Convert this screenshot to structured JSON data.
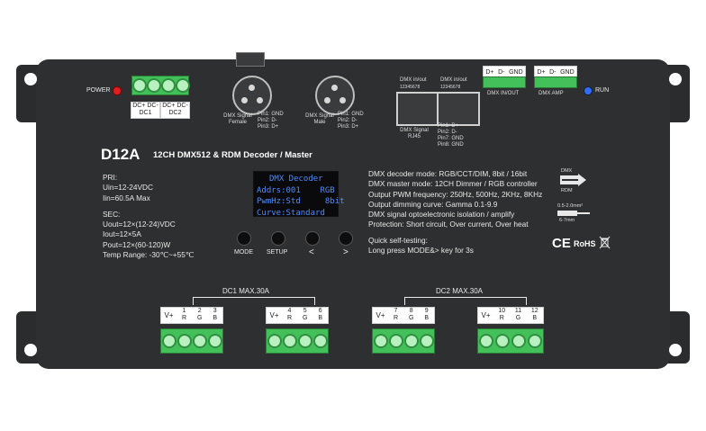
{
  "model": "D12A",
  "subtitle": "12CH DMX512 & RDM Decoder / Master",
  "indicators": {
    "power": "POWER",
    "run": "RUN"
  },
  "dc_inputs": {
    "dc1_pins": "DC+  DC-",
    "dc1": "DC1",
    "dc2_pins": "DC+  DC-",
    "dc2": "DC2"
  },
  "xlr_female": {
    "name_line1": "DMX Signal",
    "name_line2": "Female",
    "pins": [
      "Pin1: GND",
      "Pin2: D-",
      "Pin3: D+"
    ]
  },
  "xlr_male": {
    "name_line1": "DMX Signal",
    "name_line2": "Male",
    "pins": [
      "Pin1: GND",
      "Pin2: D-",
      "Pin3: D+"
    ]
  },
  "rj45": {
    "port1_label": "DMX in/out",
    "port1_nums": "12345678",
    "port2_label": "DMX in/out",
    "port2_nums": "12345678",
    "name_line1": "DMX Signal",
    "name_line2": "RJ45",
    "pins": [
      "Pin1: D+",
      "Pin2: D-",
      "Pin7: GND",
      "Pin8: GND"
    ]
  },
  "dmx_terminals": {
    "inout_pins": [
      "D+",
      "D-",
      "GND"
    ],
    "inout_label": "DMX IN/OUT",
    "amp_pins": [
      "D+",
      "D-",
      "GND"
    ],
    "amp_label": "DMX  AMP"
  },
  "power_spec": {
    "pri": "PRI:",
    "uin": "Uin=12-24VDC",
    "iin": "Iin=60.5A Max",
    "sec": "SEC:",
    "uout": "Uout=12×(12-24)VDC",
    "iout": "Iout=12×5A",
    "pout": "Pout=12×(60-120)W",
    "temp": "Temp Range: -30℃~+55℃"
  },
  "display": {
    "line1": "DMX Decoder",
    "line2": "Addrs:001    RGB",
    "line3": "PwmHz:Std     8bit",
    "line4": "Curve:Standard"
  },
  "buttons": {
    "mode": "MODE",
    "setup": "SETUP",
    "left": "<",
    "right": ">"
  },
  "features": [
    "DMX decoder mode: RGB/CCT/DIM, 8bit / 16bit",
    "DMX master mode: 12CH Dimmer / RGB controller",
    "Output PWM frequency: 250Hz, 500Hz, 2KHz, 8KHz",
    "Output dimming curve: Gamma 0.1-9.9",
    "DMX signal optoelectronic isolation / amplify",
    "Protection: Short circuit, Over current, Over heat"
  ],
  "self_test": {
    "line1": "Quick self-testing:",
    "line2": "Long press MODE&> key for 3s"
  },
  "cert": {
    "ce": "CE",
    "rohs": "RoHS",
    "dmx": "DMX",
    "rdm": "RDM",
    "wire": "0.5-2.0mm²",
    "strip": "6-7mm"
  },
  "outputs": {
    "dc1_title": "DC1  MAX.30A",
    "dc2_title": "DC2  MAX.30A",
    "vplus": "V+",
    "groups": [
      {
        "nums": [
          "1",
          "2",
          "3"
        ],
        "rgb": [
          "R",
          "G",
          "B"
        ]
      },
      {
        "nums": [
          "4",
          "5",
          "6"
        ],
        "rgb": [
          "R",
          "G",
          "B"
        ]
      },
      {
        "nums": [
          "7",
          "8",
          "9"
        ],
        "rgb": [
          "R",
          "G",
          "B"
        ]
      },
      {
        "nums": [
          "10",
          "11",
          "12"
        ],
        "rgb": [
          "R",
          "G",
          "B"
        ]
      }
    ]
  },
  "colors": {
    "housing": "#2e2f31",
    "terminal": "#44c05a",
    "oled_text": "#4d8cff",
    "power_led": "#e02020",
    "run_led": "#2f6cff"
  }
}
